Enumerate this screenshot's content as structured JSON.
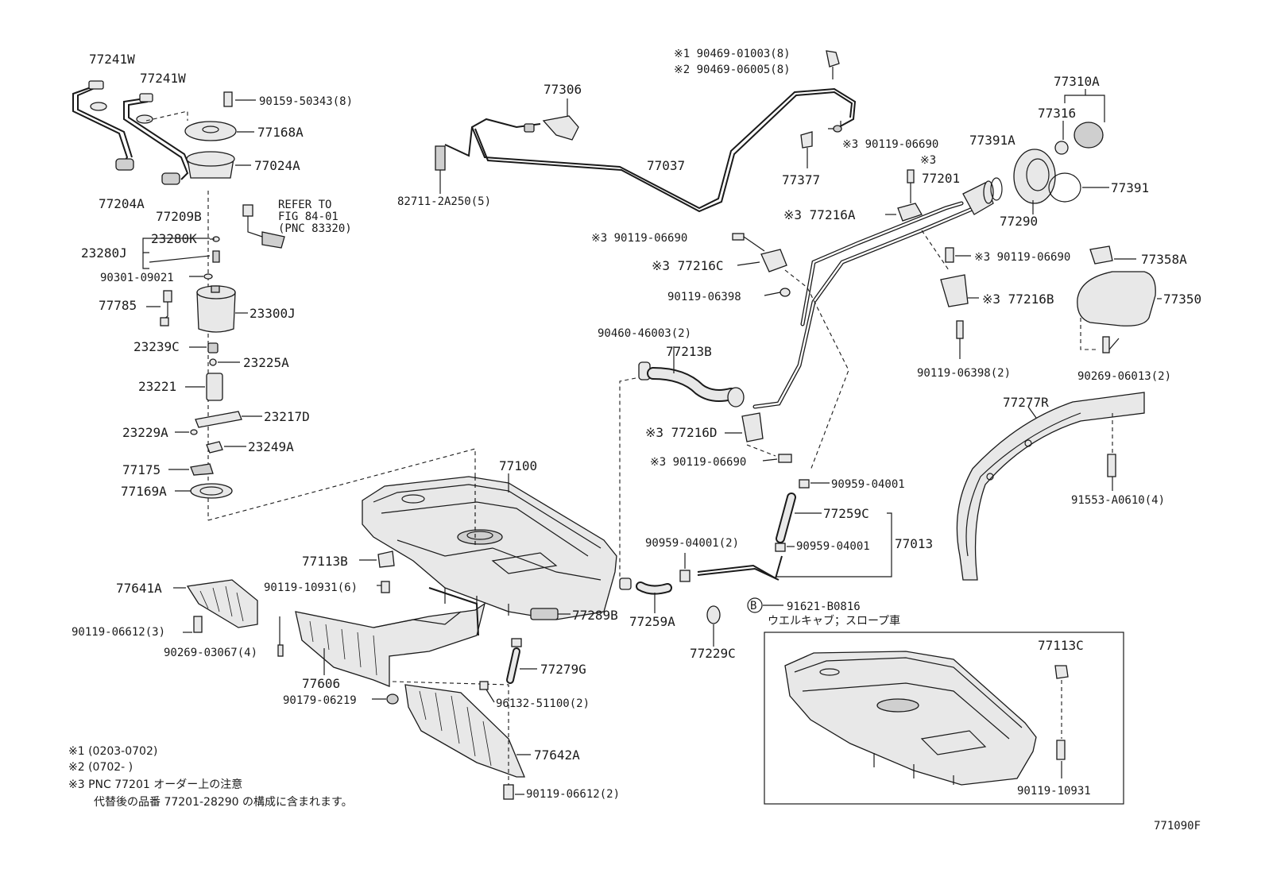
{
  "diagram_id": "771090F",
  "labels": {
    "p77241W_a": "77241W",
    "p77241W_b": "77241W",
    "p90159": "90159-50343(8)",
    "p77168A": "77168A",
    "p77024A": "77024A",
    "p77204A": "77204A",
    "p77209B": "77209B",
    "refer1": "REFER TO",
    "refer2": "FIG 84-01",
    "refer3": "(PNC 83320)",
    "p23280K": "23280K",
    "p23280J": "23280J",
    "p90301": "90301-09021",
    "p77785": "77785",
    "p23300J": "23300J",
    "p23239C": "23239C",
    "p23225A": "23225A",
    "p23221": "23221",
    "p23217D": "23217D",
    "p23229A": "23229A",
    "p23249A": "23249A",
    "p77175": "77175",
    "p77169A": "77169A",
    "p77306": "77306",
    "p77037": "77037",
    "p82711": "82711-2A250(5)",
    "p90469_1": "※1 90469-01003(8)",
    "p90469_2": "※2 90469-06005(8)",
    "p77377": "77377",
    "p90119_06690_a": "※3 90119-06690",
    "p3_mark": "※3",
    "p77201": "77201",
    "p77391A": "77391A",
    "p77310A": "77310A",
    "p77316": "77316",
    "p77391": "77391",
    "p77290": "77290",
    "p77216A": "※3 77216A",
    "p90119_06690_b": "※3 90119-06690",
    "p77216C": "※3 77216C",
    "p90119_06398_a": "90119-06398",
    "p90119_06690_c": "※3 90119-06690",
    "p77358A": "77358A",
    "p77216B": "※3 77216B",
    "p77350": "77350",
    "p90119_06398_b": "90119-06398(2)",
    "p90269_06013": "90269-06013(2)",
    "p90460": "90460-46003(2)",
    "p77213B": "77213B",
    "p77216D": "※3 77216D",
    "p90119_06690_d": "※3 90119-06690",
    "p77277R": "77277R",
    "p91553": "91553-A0610(4)",
    "p90959_a": "90959-04001",
    "p77259C": "77259C",
    "p77013": "77013",
    "p90959_b": "90959-04001(2)",
    "p90959_c": "90959-04001",
    "p91621": "91621-B0816",
    "p77100": "77100",
    "p77113B": "77113B",
    "p90119_10931_6": "90119-10931(6)",
    "p77641A": "77641A",
    "p90119_06612_3": "90119-06612(3)",
    "p90269_03067": "90269-03067(4)",
    "p77606": "77606",
    "p90179": "90179-06219",
    "p77289B": "77289B",
    "p77279G": "77279G",
    "p96132": "96132-51100(2)",
    "p77259A": "77259A",
    "p77229C": "77229C",
    "p77642A": "77642A",
    "p90119_06612_2": "90119-06612(2)",
    "p77113C": "77113C",
    "p90119_10931": "90119-10931",
    "circle_b": "B",
    "wellcab": "ウエルキャブ；スロープ車"
  },
  "notes": {
    "n1": "※1 (0203-0702)",
    "n2": "※2 (0702-     )",
    "n3": "※3 PNC 77201 オーダー上の注意",
    "n4": "代替後の品番 77201-28290 の構成に含まれます。"
  },
  "footer_code": "771090F"
}
